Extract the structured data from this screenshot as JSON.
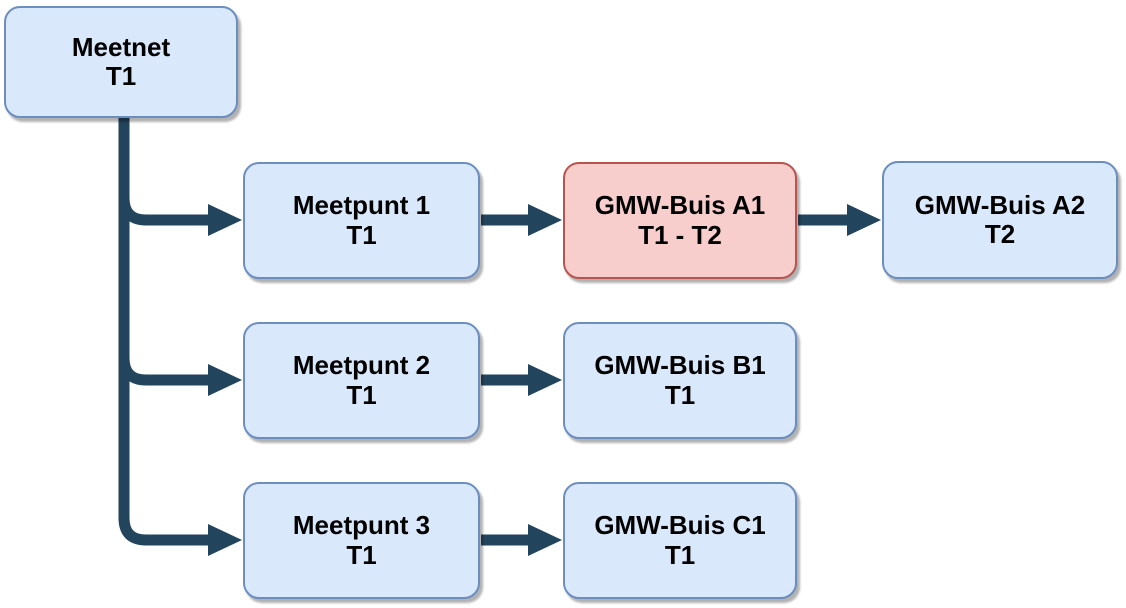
{
  "diagram": {
    "title": "Meetnet / Meetpunt / GMW-Buis hierarchy",
    "background_color": "#ffffff",
    "colors": {
      "node_fill": "#dae8fc",
      "node_border": "#6c8ebf",
      "highlight_fill": "#f8cecc",
      "highlight_border": "#b85450",
      "connector": "#23445d",
      "text": "#000000"
    },
    "nodes": {
      "meetnet": {
        "line1": "Meetnet",
        "line2": "T1",
        "style": "blue"
      },
      "meetpunt1": {
        "line1": "Meetpunt 1",
        "line2": "T1",
        "style": "blue"
      },
      "gmw_a1": {
        "line1": "GMW-Buis A1",
        "line2": "T1 - T2",
        "style": "red"
      },
      "gmw_a2": {
        "line1": "GMW-Buis A2",
        "line2": "T2",
        "style": "blue"
      },
      "meetpunt2": {
        "line1": "Meetpunt 2",
        "line2": "T1",
        "style": "blue"
      },
      "gmw_b1": {
        "line1": "GMW-Buis B1",
        "line2": "T1",
        "style": "blue"
      },
      "meetpunt3": {
        "line1": "Meetpunt 3",
        "line2": "T1",
        "style": "blue"
      },
      "gmw_c1": {
        "line1": "GMW-Buis C1",
        "line2": "T1",
        "style": "blue"
      }
    },
    "edges": [
      {
        "from": "Meetnet T1",
        "to": "Meetpunt 1 T1"
      },
      {
        "from": "Meetnet T1",
        "to": "Meetpunt 2 T1"
      },
      {
        "from": "Meetnet T1",
        "to": "Meetpunt 3 T1"
      },
      {
        "from": "Meetpunt 1 T1",
        "to": "GMW-Buis A1 T1 - T2"
      },
      {
        "from": "GMW-Buis A1 T1 - T2",
        "to": "GMW-Buis A2 T2"
      },
      {
        "from": "Meetpunt 2 T1",
        "to": "GMW-Buis B1 T1"
      },
      {
        "from": "Meetpunt 3 T1",
        "to": "GMW-Buis C1 T1"
      }
    ]
  }
}
